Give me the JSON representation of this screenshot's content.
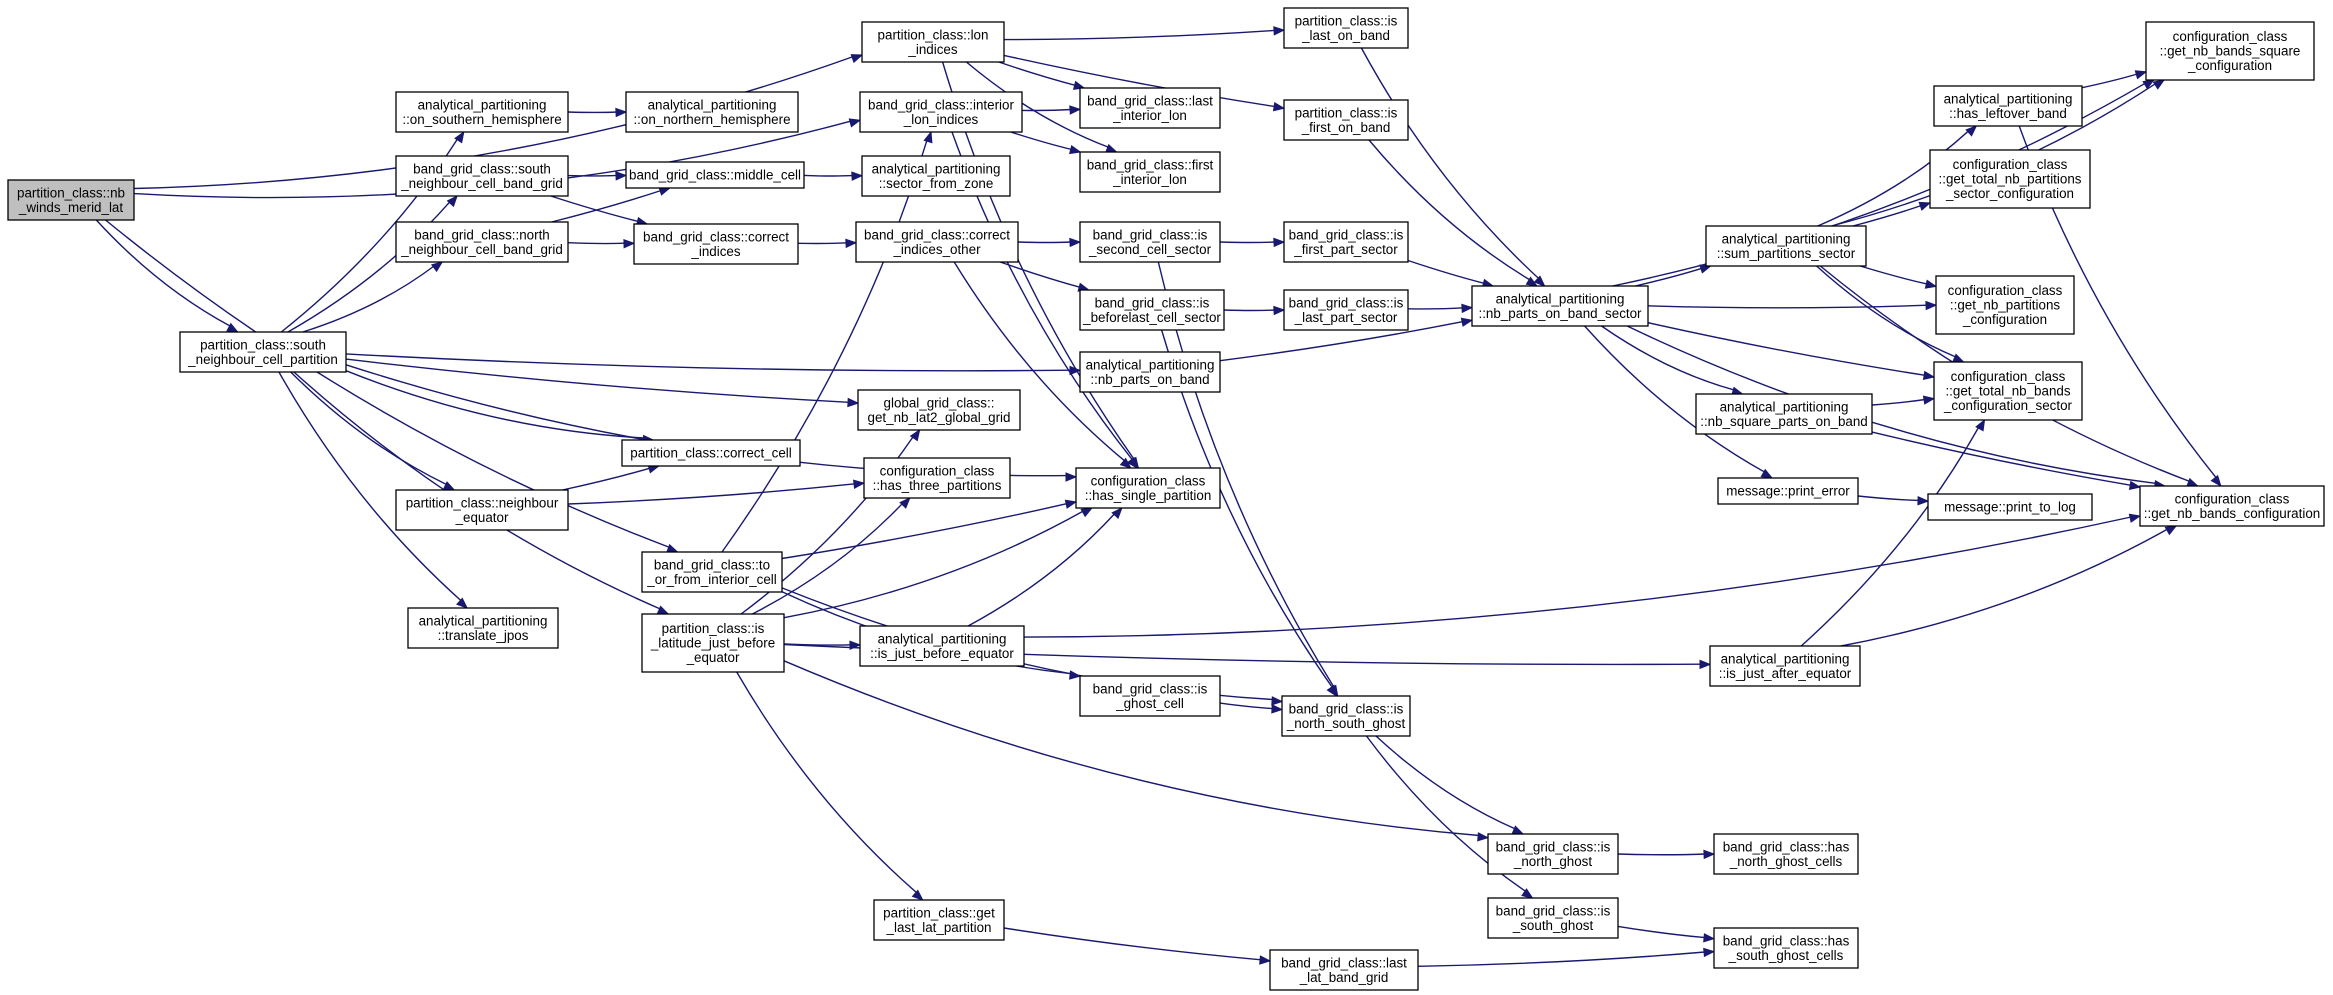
{
  "nodes": [
    {
      "id": "n_nbwinds",
      "lines": [
        "partition_class::nb",
        "_winds_merid_lat"
      ],
      "root": true
    },
    {
      "id": "n_lonidx",
      "lines": [
        "partition_class::lon",
        "_indices"
      ]
    },
    {
      "id": "n_islastonband",
      "lines": [
        "partition_class::is",
        "_last_on_band"
      ]
    },
    {
      "id": "n_isfirstonband",
      "lines": [
        "partition_class::is",
        "_first_on_band"
      ]
    },
    {
      "id": "n_cfg_sq",
      "lines": [
        "configuration_class",
        "::get_nb_bands_square",
        "_configuration"
      ]
    },
    {
      "id": "n_onsouth",
      "lines": [
        "analytical_partitioning",
        "::on_southern_hemisphere"
      ]
    },
    {
      "id": "n_onnorth",
      "lines": [
        "analytical_partitioning",
        "::on_northern_hemisphere"
      ]
    },
    {
      "id": "n_interior",
      "lines": [
        "band_grid_class::interior",
        "_lon_indices"
      ]
    },
    {
      "id": "n_lastint",
      "lines": [
        "band_grid_class::last",
        "_interior_lon"
      ]
    },
    {
      "id": "n_firstint",
      "lines": [
        "band_grid_class::first",
        "_interior_lon"
      ]
    },
    {
      "id": "n_hasleftover",
      "lines": [
        "analytical_partitioning",
        "::has_leftover_band"
      ]
    },
    {
      "id": "n_southnbgrid",
      "lines": [
        "band_grid_class::south",
        "_neighbour_cell_band_grid"
      ]
    },
    {
      "id": "n_middlecell",
      "lines": [
        "band_grid_class::middle_cell"
      ]
    },
    {
      "id": "n_sectorzone",
      "lines": [
        "analytical_partitioning",
        "::sector_from_zone"
      ]
    },
    {
      "id": "n_cfg_totsec",
      "lines": [
        "configuration_class",
        "::get_total_nb_partitions",
        "_sector_configuration"
      ]
    },
    {
      "id": "n_northnbgrid",
      "lines": [
        "band_grid_class::north",
        "_neighbour_cell_band_grid"
      ]
    },
    {
      "id": "n_corridx",
      "lines": [
        "band_grid_class::correct",
        "_indices"
      ]
    },
    {
      "id": "n_corridxother",
      "lines": [
        "band_grid_class::correct",
        "_indices_other"
      ]
    },
    {
      "id": "n_issecondcell",
      "lines": [
        "band_grid_class::is",
        "_second_cell_sector"
      ]
    },
    {
      "id": "n_isfirstpart",
      "lines": [
        "band_grid_class::is",
        "_first_part_sector"
      ]
    },
    {
      "id": "n_sumparts",
      "lines": [
        "analytical_partitioning",
        "::sum_partitions_sector"
      ]
    },
    {
      "id": "n_isbeforelast",
      "lines": [
        "band_grid_class::is",
        "_beforelast_cell_sector"
      ]
    },
    {
      "id": "n_islastpart",
      "lines": [
        "band_grid_class::is",
        "_last_part_sector"
      ]
    },
    {
      "id": "n_nbpartsonbandsector",
      "lines": [
        "analytical_partitioning",
        "::nb_parts_on_band_sector"
      ]
    },
    {
      "id": "n_cfg_nbparts",
      "lines": [
        "configuration_class",
        "::get_nb_partitions",
        "_configuration"
      ]
    },
    {
      "id": "n_southnbpart",
      "lines": [
        "partition_class::south",
        "_neighbour_cell_partition"
      ]
    },
    {
      "id": "n_nbpartsonband",
      "lines": [
        "analytical_partitioning",
        "::nb_parts_on_band"
      ]
    },
    {
      "id": "n_globalgrid",
      "lines": [
        "global_grid_class::",
        "get_nb_lat2_global_grid"
      ]
    },
    {
      "id": "n_nbsquare",
      "lines": [
        "analytical_partitioning",
        "::nb_square_parts_on_band"
      ]
    },
    {
      "id": "n_cfg_totbands",
      "lines": [
        "configuration_class",
        "::get_total_nb_bands",
        "_configuration_sector"
      ]
    },
    {
      "id": "n_correctcell",
      "lines": [
        "partition_class::correct_cell"
      ]
    },
    {
      "id": "n_hasthree",
      "lines": [
        "configuration_class",
        "::has_three_partitions"
      ]
    },
    {
      "id": "n_nbequator",
      "lines": [
        "partition_class::neighbour",
        "_equator"
      ]
    },
    {
      "id": "n_hassingle",
      "lines": [
        "configuration_class",
        "::has_single_partition"
      ]
    },
    {
      "id": "n_printerror",
      "lines": [
        "message::print_error"
      ]
    },
    {
      "id": "n_printlog",
      "lines": [
        "message::print_to_log"
      ]
    },
    {
      "id": "n_cfg_bands",
      "lines": [
        "configuration_class",
        "::get_nb_bands_configuration"
      ]
    },
    {
      "id": "n_tofrominterior",
      "lines": [
        "band_grid_class::to",
        "_or_from_interior_cell"
      ]
    },
    {
      "id": "n_translate",
      "lines": [
        "analytical_partitioning",
        "::translate_jpos"
      ]
    },
    {
      "id": "n_islatbefore",
      "lines": [
        "partition_class::is",
        "_latitude_just_before",
        "_equator"
      ]
    },
    {
      "id": "n_isjustbefore",
      "lines": [
        "analytical_partitioning",
        "::is_just_before_equator"
      ]
    },
    {
      "id": "n_isjustafter",
      "lines": [
        "analytical_partitioning",
        "::is_just_after_equator"
      ]
    },
    {
      "id": "n_isghost",
      "lines": [
        "band_grid_class::is",
        "_ghost_cell"
      ]
    },
    {
      "id": "n_isnsghost",
      "lines": [
        "band_grid_class::is",
        "_north_south_ghost"
      ]
    },
    {
      "id": "n_isnorthghost",
      "lines": [
        "band_grid_class::is",
        "_north_ghost"
      ]
    },
    {
      "id": "n_hasnorthghost",
      "lines": [
        "band_grid_class::has",
        "_north_ghost_cells"
      ]
    },
    {
      "id": "n_getlastlat",
      "lines": [
        "partition_class::get",
        "_last_lat_partition"
      ]
    },
    {
      "id": "n_issouthghost",
      "lines": [
        "band_grid_class::is",
        "_south_ghost"
      ]
    },
    {
      "id": "n_hassouthghost",
      "lines": [
        "band_grid_class::has",
        "_south_ghost_cells"
      ]
    },
    {
      "id": "n_lastlatband",
      "lines": [
        "band_grid_class::last",
        "_lat_band_grid"
      ]
    }
  ],
  "edges": [
    [
      "n_nbwinds",
      "n_lonidx"
    ],
    [
      "n_nbwinds",
      "n_interior"
    ],
    [
      "n_nbwinds",
      "n_southnbpart"
    ],
    [
      "n_nbwinds",
      "n_tofrominterior"
    ],
    [
      "n_lonidx",
      "n_islastonband"
    ],
    [
      "n_lonidx",
      "n_isfirstonband"
    ],
    [
      "n_lonidx",
      "n_lastint"
    ],
    [
      "n_lonidx",
      "n_firstint"
    ],
    [
      "n_lonidx",
      "n_hassingle"
    ],
    [
      "n_islastonband",
      "n_nbpartsonbandsector"
    ],
    [
      "n_isfirstonband",
      "n_nbpartsonbandsector"
    ],
    [
      "n_onsouth",
      "n_onnorth"
    ],
    [
      "n_interior",
      "n_lastint"
    ],
    [
      "n_interior",
      "n_firstint"
    ],
    [
      "n_interior",
      "n_hassingle"
    ],
    [
      "n_hasleftover",
      "n_cfg_sq"
    ],
    [
      "n_hasleftover",
      "n_cfg_bands"
    ],
    [
      "n_southnbgrid",
      "n_middlecell"
    ],
    [
      "n_southnbgrid",
      "n_corridx"
    ],
    [
      "n_middlecell",
      "n_sectorzone"
    ],
    [
      "n_northnbgrid",
      "n_middlecell"
    ],
    [
      "n_northnbgrid",
      "n_corridx"
    ],
    [
      "n_corridx",
      "n_corridxother"
    ],
    [
      "n_corridxother",
      "n_issecondcell"
    ],
    [
      "n_corridxother",
      "n_isbeforelast"
    ],
    [
      "n_corridxother",
      "n_hassingle"
    ],
    [
      "n_issecondcell",
      "n_isfirstpart"
    ],
    [
      "n_issecondcell",
      "n_isnsghost"
    ],
    [
      "n_isfirstpart",
      "n_nbpartsonbandsector"
    ],
    [
      "n_isbeforelast",
      "n_islastpart"
    ],
    [
      "n_isbeforelast",
      "n_isnsghost"
    ],
    [
      "n_islastpart",
      "n_nbpartsonbandsector"
    ],
    [
      "n_sumparts",
      "n_cfg_sq"
    ],
    [
      "n_sumparts",
      "n_hasleftover"
    ],
    [
      "n_sumparts",
      "n_cfg_totsec"
    ],
    [
      "n_sumparts",
      "n_cfg_nbparts"
    ],
    [
      "n_sumparts",
      "n_cfg_totbands"
    ],
    [
      "n_sumparts",
      "n_cfg_bands"
    ],
    [
      "n_nbpartsonbandsector",
      "n_cfg_sq"
    ],
    [
      "n_nbpartsonbandsector",
      "n_sumparts"
    ],
    [
      "n_nbpartsonbandsector",
      "n_cfg_nbparts"
    ],
    [
      "n_nbpartsonbandsector",
      "n_cfg_totbands"
    ],
    [
      "n_nbpartsonbandsector",
      "n_nbsquare"
    ],
    [
      "n_nbpartsonbandsector",
      "n_printerror"
    ],
    [
      "n_nbpartsonbandsector",
      "n_cfg_bands"
    ],
    [
      "n_southnbpart",
      "n_onsouth"
    ],
    [
      "n_southnbpart",
      "n_southnbgrid"
    ],
    [
      "n_southnbpart",
      "n_northnbgrid"
    ],
    [
      "n_southnbpart",
      "n_nbpartsonband"
    ],
    [
      "n_southnbpart",
      "n_globalgrid"
    ],
    [
      "n_southnbpart",
      "n_hassingle"
    ],
    [
      "n_southnbpart",
      "n_correctcell"
    ],
    [
      "n_southnbpart",
      "n_nbequator"
    ],
    [
      "n_southnbpart",
      "n_translate"
    ],
    [
      "n_southnbpart",
      "n_islatbefore"
    ],
    [
      "n_nbpartsonband",
      "n_nbpartsonbandsector"
    ],
    [
      "n_nbsquare",
      "n_cfg_totbands"
    ],
    [
      "n_nbsquare",
      "n_cfg_bands"
    ],
    [
      "n_nbequator",
      "n_correctcell"
    ],
    [
      "n_nbequator",
      "n_hasthree"
    ],
    [
      "n_printerror",
      "n_printlog"
    ],
    [
      "n_tofrominterior",
      "n_interior"
    ],
    [
      "n_tofrominterior",
      "n_hassingle"
    ],
    [
      "n_tofrominterior",
      "n_isghost"
    ],
    [
      "n_tofrominterior",
      "n_isnsghost"
    ],
    [
      "n_islatbefore",
      "n_globalgrid"
    ],
    [
      "n_islatbefore",
      "n_hasthree"
    ],
    [
      "n_islatbefore",
      "n_hassingle"
    ],
    [
      "n_islatbefore",
      "n_isjustbefore"
    ],
    [
      "n_islatbefore",
      "n_isjustafter"
    ],
    [
      "n_islatbefore",
      "n_isnorthghost"
    ],
    [
      "n_islatbefore",
      "n_getlastlat"
    ],
    [
      "n_isjustbefore",
      "n_hassingle"
    ],
    [
      "n_isjustbefore",
      "n_cfg_bands"
    ],
    [
      "n_isjustafter",
      "n_cfg_totbands"
    ],
    [
      "n_isjustafter",
      "n_cfg_bands"
    ],
    [
      "n_isghost",
      "n_isnsghost"
    ],
    [
      "n_isnsghost",
      "n_isnorthghost"
    ],
    [
      "n_isnsghost",
      "n_issouthghost"
    ],
    [
      "n_isnorthghost",
      "n_hasnorthghost"
    ],
    [
      "n_getlastlat",
      "n_lastlatband"
    ],
    [
      "n_issouthghost",
      "n_hassouthghost"
    ],
    [
      "n_lastlatband",
      "n_hassouthghost"
    ]
  ]
}
